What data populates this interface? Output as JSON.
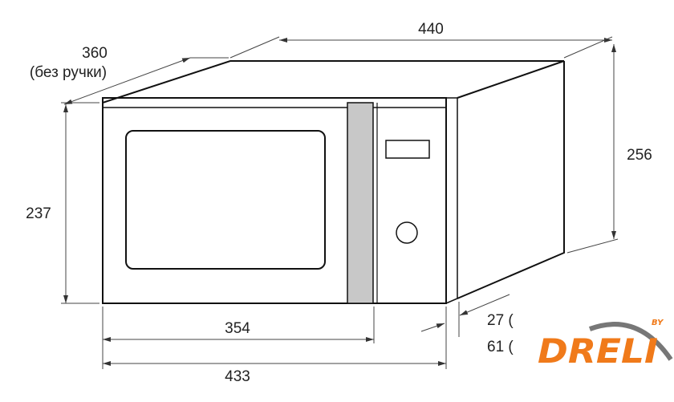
{
  "dimensions": {
    "width": "440",
    "depth": "360",
    "depth_note": "(без ручки)",
    "height_total": "256",
    "height_front": "237",
    "door_width": "354",
    "front_width": "433",
    "offset_1": "27 (",
    "offset_2": "61 ("
  },
  "logo": {
    "text": "DRELI",
    "by": "BY",
    "color": "#f07a1a"
  }
}
